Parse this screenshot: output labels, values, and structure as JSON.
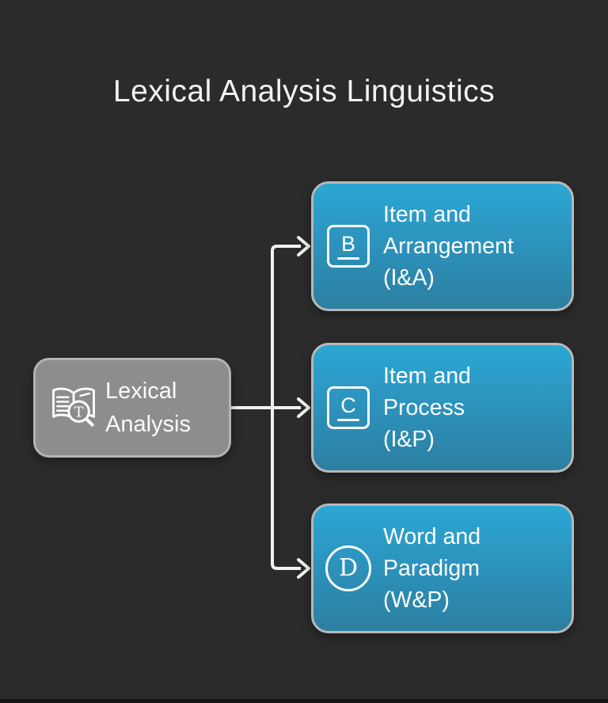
{
  "title": "Lexical Analysis Linguistics",
  "root_node": {
    "label_lines": [
      "Lexical",
      "Analysis"
    ],
    "icon": "book-search-icon"
  },
  "nodes": [
    {
      "icon_letter": "B",
      "icon_shape": "square",
      "label_lines": [
        "Item and",
        "Arrangement",
        "(I&A)"
      ]
    },
    {
      "icon_letter": "C",
      "icon_shape": "square",
      "label_lines": [
        "Item and",
        "Process",
        "(I&P)"
      ]
    },
    {
      "icon_letter": "D",
      "icon_shape": "circle",
      "label_lines": [
        "Word and",
        "Paradigm",
        "(W&P)"
      ]
    }
  ],
  "colors": {
    "background": "#2b2b2b",
    "title_text": "#f2f2f2",
    "root_fill": "#8d8d8d",
    "root_border": "#b3b3b3",
    "branch_fill_top": "#2ba7d4",
    "branch_fill_bottom": "#2c7fa0",
    "branch_border": "#b8b8b8",
    "connector": "#f2f2f2",
    "node_text": "#ffffff"
  }
}
